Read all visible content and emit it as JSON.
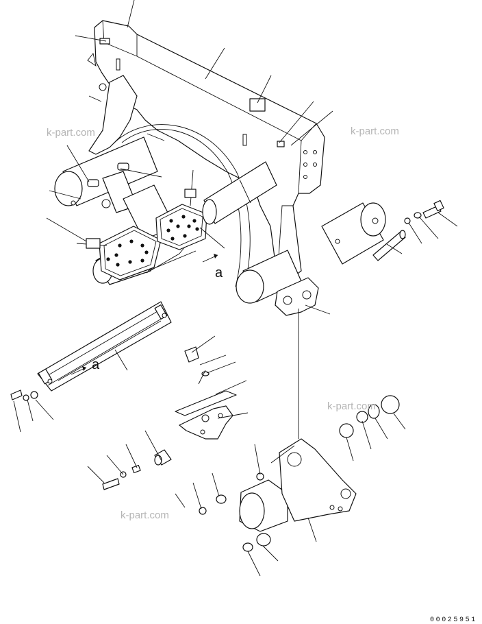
{
  "watermarks": [
    "k-part.com",
    "k-part.com",
    "k-part.com",
    "k-part.com"
  ],
  "view_ref_upper": "a",
  "view_ref_lower": "a",
  "drawing_number": "00025951"
}
